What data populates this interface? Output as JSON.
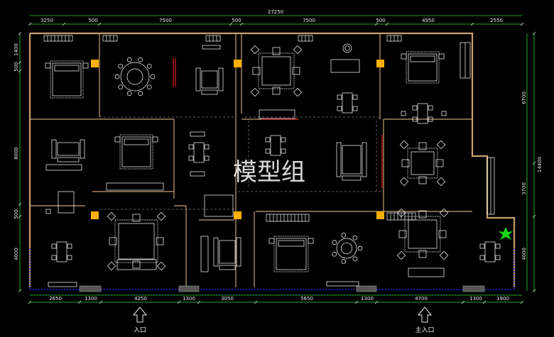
{
  "overall_width": "27250",
  "top_dims": [
    "3250",
    "500",
    "7500",
    "500",
    "7500",
    "500",
    "4950",
    "2550"
  ],
  "bottom_dims": [
    "2650",
    "1300",
    "4250",
    "1300",
    "3050",
    "5650",
    "1300",
    "4700",
    "1300",
    "1900"
  ],
  "left_dims": [
    "1400",
    "500",
    "8000",
    "500",
    "4000"
  ],
  "right_dims": [
    "6700",
    "3700",
    "4000"
  ],
  "right_total": "14400",
  "watermark": "模型组",
  "entrances": [
    {
      "label": "入口"
    },
    {
      "label": "主入口"
    }
  ],
  "colors": {
    "wall": "#c8a070",
    "furniture": "#ffffff",
    "dimension": "#2fd12f",
    "column": "#ffb000",
    "door_red": "#e02020",
    "floor_edge": "#3030ff"
  }
}
